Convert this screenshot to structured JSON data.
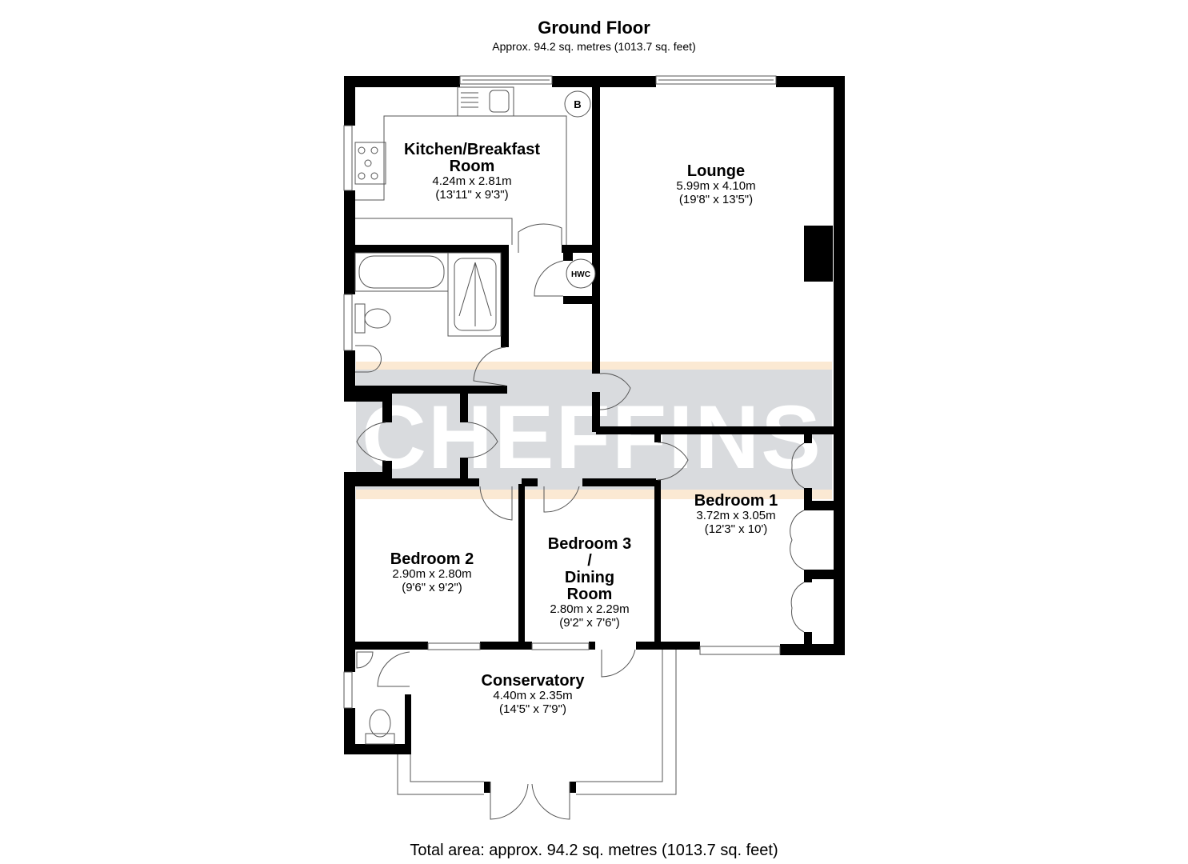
{
  "header": {
    "title": "Ground Floor",
    "subtitle": "Approx. 94.2 sq. metres (1013.7 sq. feet)"
  },
  "footer": {
    "total_area": "Total area: approx. 94.2 sq. metres (1013.7 sq. feet)"
  },
  "watermark": {
    "text": "CHEFFINS",
    "band_color": "#d9dbde",
    "stripe_color": "#fbe9d3"
  },
  "colors": {
    "wall": "#000000",
    "fixture_line": "#555555",
    "floor": "#ffffff"
  },
  "fixtures": {
    "boiler": "B",
    "hot_water_cylinder": "HWC"
  },
  "rooms": [
    {
      "name": "Kitchen/Breakfast",
      "name2": "Room",
      "metric": "4.24m x 2.81m",
      "imperial": "(13'11\" x 9'3\")"
    },
    {
      "name": "Lounge",
      "metric": "5.99m x 4.10m",
      "imperial": "(19'8\" x 13'5\")"
    },
    {
      "name": "Bedroom 1",
      "metric": "3.72m x 3.05m",
      "imperial": "(12'3\" x 10')"
    },
    {
      "name": "Bedroom 2",
      "metric": "2.90m x 2.80m",
      "imperial": "(9'6\" x 9'2\")"
    },
    {
      "name": "Bedroom 3",
      "name2": "/",
      "name3": "Dining",
      "name4": "Room",
      "metric": "2.80m x 2.29m",
      "imperial": "(9'2\" x 7'6\")"
    },
    {
      "name": "Conservatory",
      "metric": "4.40m x 2.35m",
      "imperial": "(14'5\" x 7'9\")"
    }
  ]
}
